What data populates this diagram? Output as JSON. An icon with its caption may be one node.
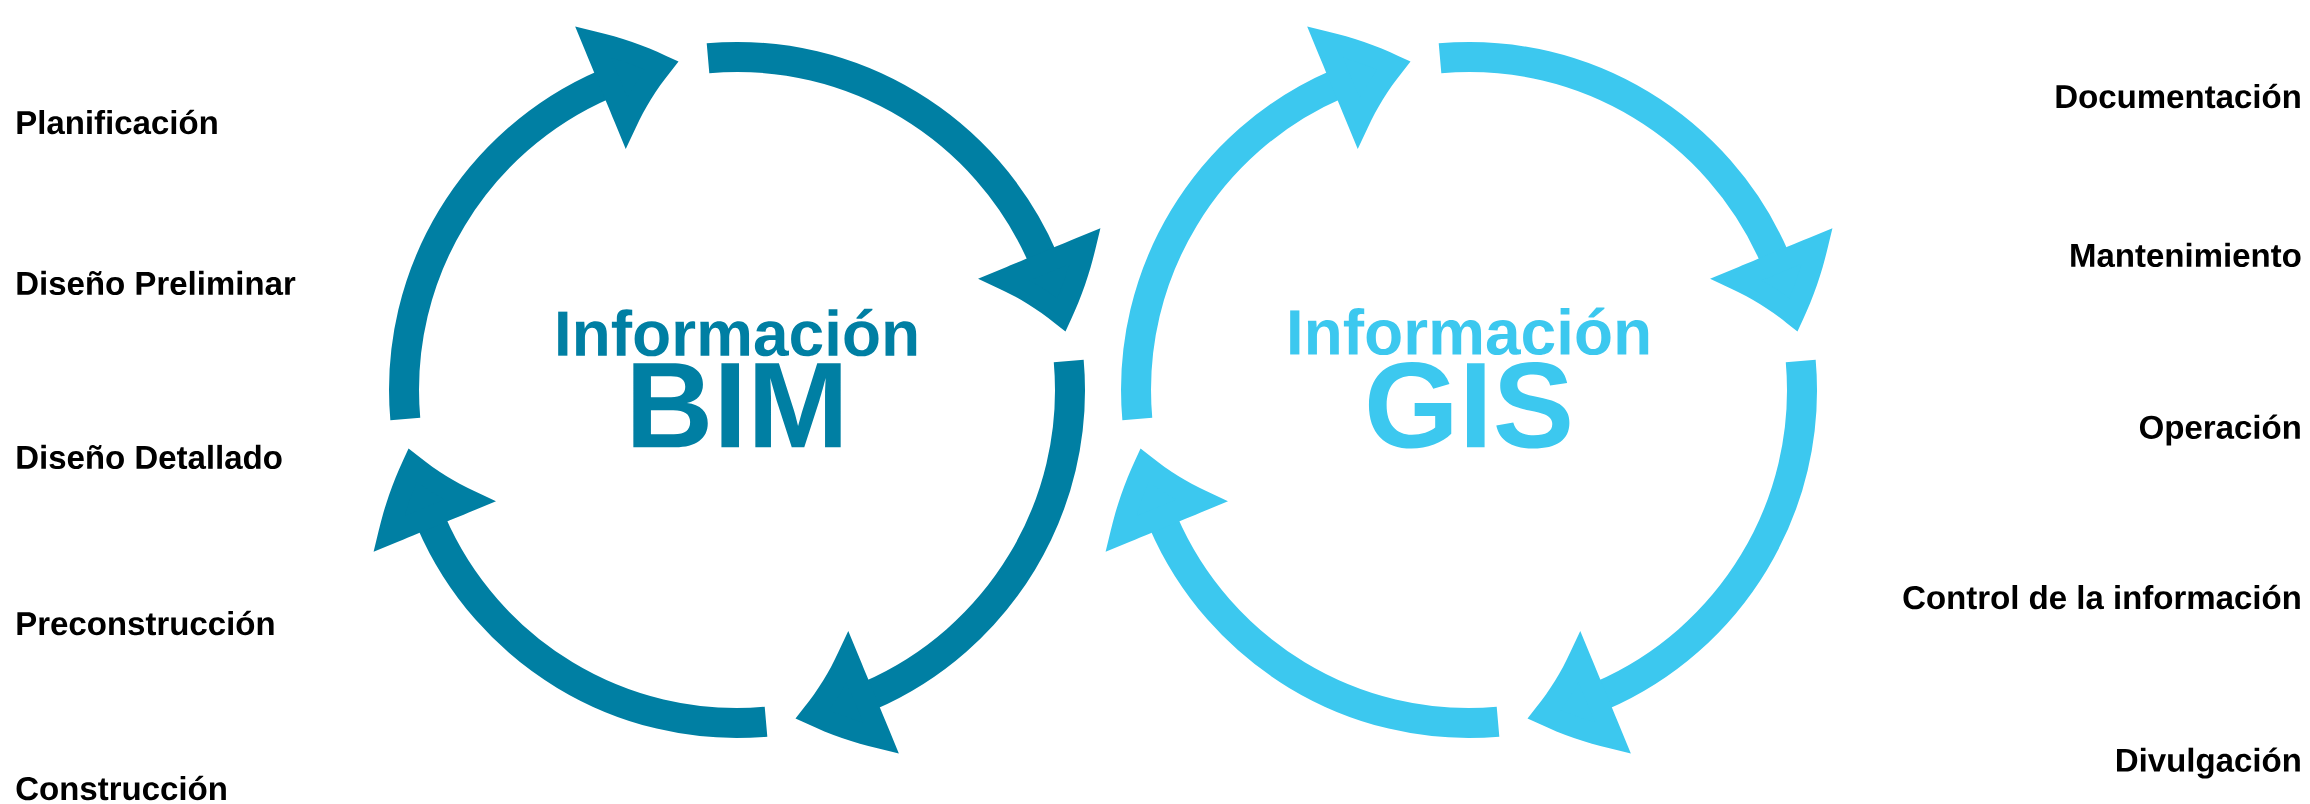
{
  "diagram": {
    "nodes": [
      {
        "text": [
          "Información",
          "BIM"
        ]
      },
      {
        "text": [
          "Información",
          "GIS"
        ]
      }
    ],
    "labels": [
      "Planificación",
      "Diseño Preliminar",
      "Diseño Detallado",
      "Preconstrucción",
      "Construcción",
      "Documentación",
      "Mantenimiento",
      "Operación",
      "Control de la información",
      "Divulgación"
    ]
  }
}
